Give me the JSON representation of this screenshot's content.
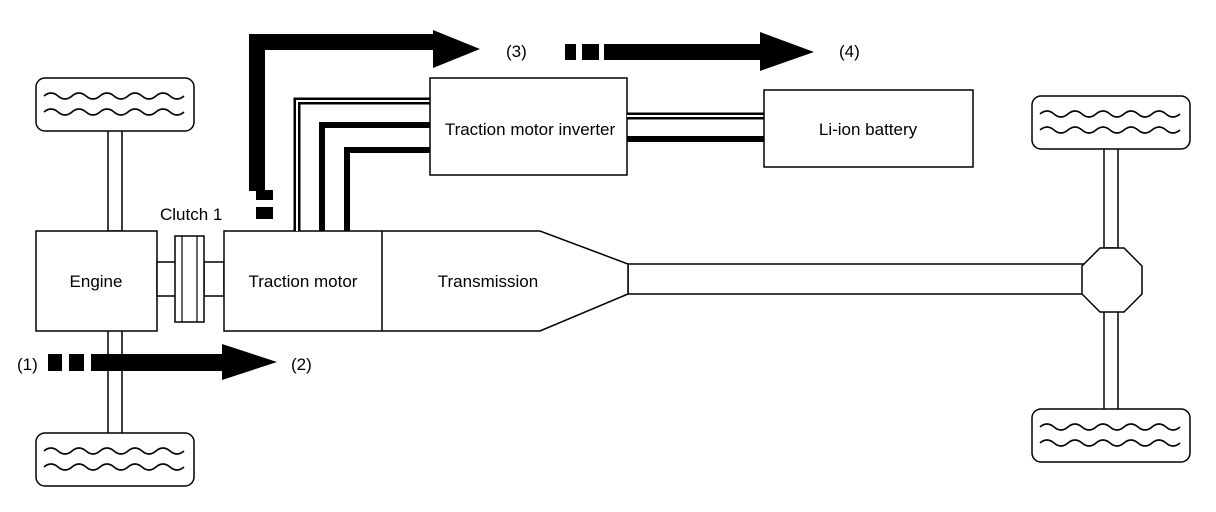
{
  "diagram": {
    "labels": {
      "engine": "Engine",
      "clutch": "Clutch 1",
      "traction_motor": "Traction motor",
      "transmission": "Transmission",
      "inverter": "Traction motor inverter",
      "battery": "Li-ion battery"
    },
    "markers": {
      "m1": "(1)",
      "m2": "(2)",
      "m3": "(3)",
      "m4": "(4)"
    },
    "icons": [
      "tire-icon",
      "arrow-icon",
      "octagon-differential-icon"
    ]
  }
}
